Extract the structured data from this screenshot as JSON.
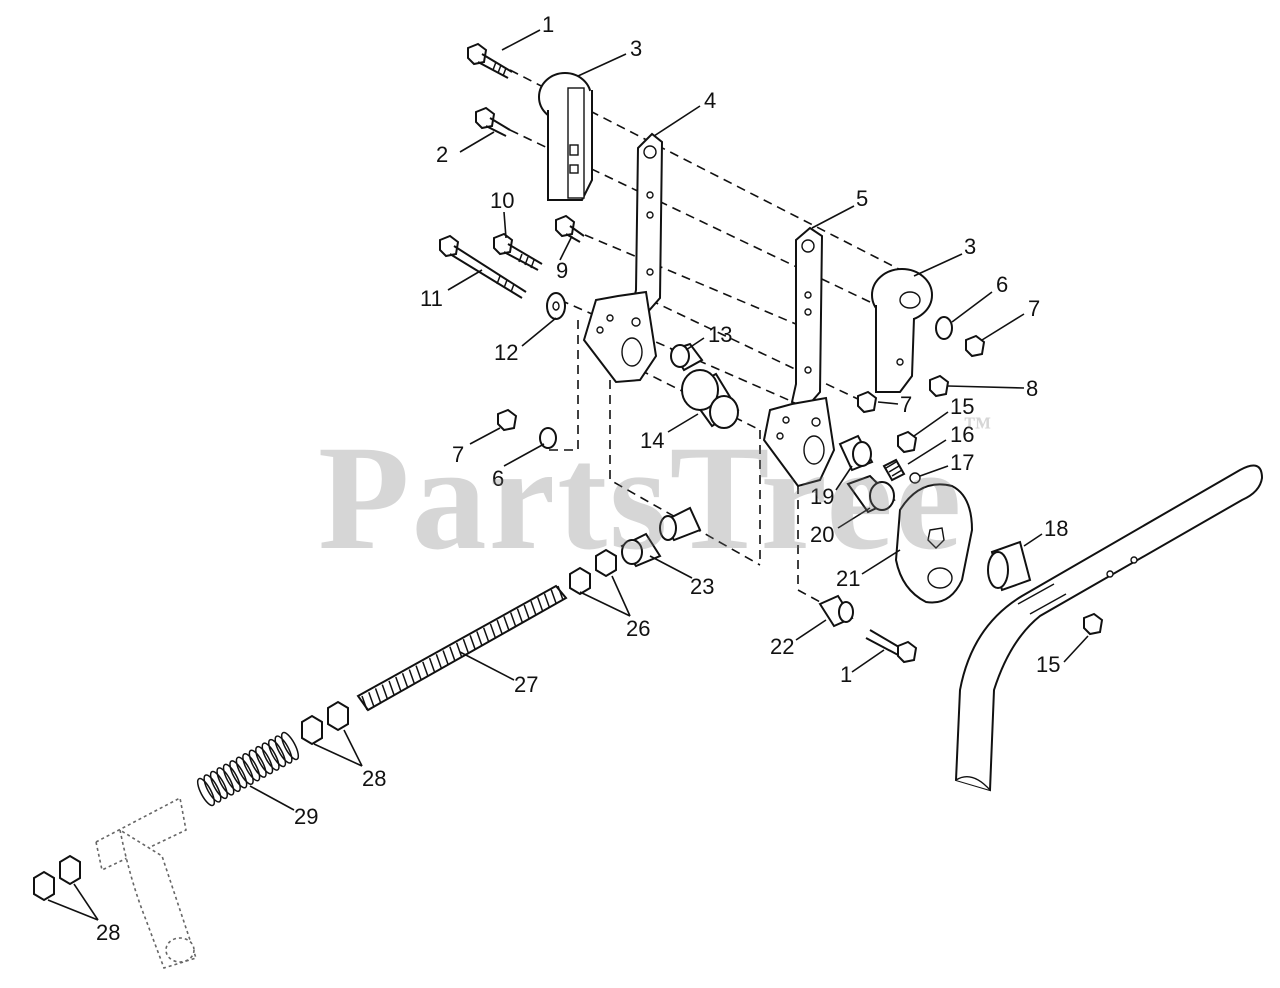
{
  "watermark": {
    "text": "PartsTree",
    "mark": "™"
  },
  "callouts": {
    "p1a": "1",
    "p3a": "3",
    "p4": "4",
    "p2": "2",
    "p10": "10",
    "p9": "9",
    "p11": "11",
    "p12": "12",
    "p13": "13",
    "p5": "5",
    "p3b": "3",
    "p6a": "6",
    "p7a": "7",
    "p8": "8",
    "p7b": "7",
    "p15a": "15",
    "p16": "16",
    "p17": "17",
    "p7c": "7",
    "p6b": "6",
    "p14": "14",
    "p19": "19",
    "p20": "20",
    "p18": "18",
    "p21": "21",
    "p23": "23",
    "p26": "26",
    "p22": "22",
    "p1b": "1",
    "p15b": "15",
    "p27": "27",
    "p28a": "28",
    "p29": "29",
    "p28b": "28"
  }
}
